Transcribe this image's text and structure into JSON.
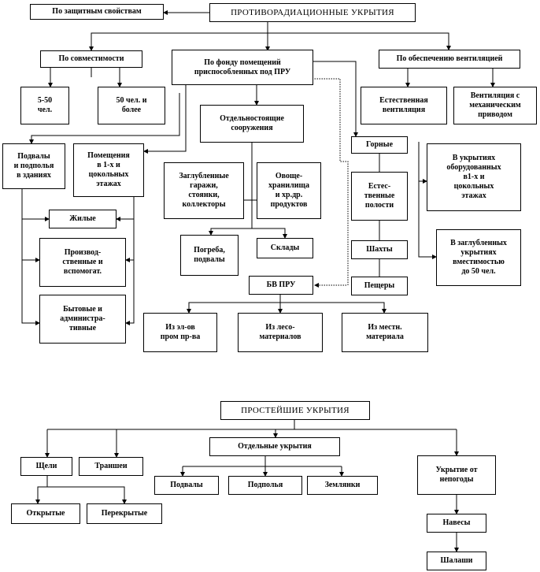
{
  "top_tree": {
    "root": "ПРОТИВОРАДИАЦИОННЫЕ  УКРЫТИЯ",
    "protective": "По защитным свойствам",
    "capacity": "По совместимости",
    "cap_small": "5-50\nчел.",
    "cap_large": "50 чел. и\nболее",
    "fund": "По фонду помещений\nприспособленных под ПРУ",
    "detached": "Отдельностоящие\nсооружения",
    "ventilation": "По обеспечению вентиляцией",
    "vent_natural": "Естественная\nвентиляция",
    "vent_mech": "Вентиляция с\nмеханическим\nприводом",
    "basements": "Подвалы\nи подполья\nв зданиях",
    "floor_rooms": "Помещения\nв 1-х и\nцокольных\nэтажах",
    "garages": "Заглубленные\nгаражи,\nстоянки,\nколлекторы",
    "veg_storage": "Овоще-\nхранилища\nи хр.др.\nпродуктов",
    "mountain": "Горные",
    "natural_cav": "Естес-\nтвенные\nполости",
    "mines": "Шахты",
    "caves": "Пещеры",
    "shelter_floor": "В укрытиях\nоборудованных\nв1-х и\nцокольных\nэтажах",
    "shelter_deep": "В заглубленных\nукрытиях\nвместимостью\nдо 50 чел.",
    "residential": "Жилые",
    "industrial": "Производ-\nственные и\nвспомогат.",
    "household": "Бытовые и\nадминистра-\nтивные",
    "cellars": "Погреба,\nподвалы",
    "warehouses": "Склады",
    "bv_pru": "БВ ПРУ",
    "from_industrial": "Из эл-ов\nпром пр-ва",
    "from_timber": "Из лесо-\nматериалов",
    "from_local": "Из местн.\nматериала"
  },
  "bottom_tree": {
    "root": "ПРОСТЕЙШИЕ  УКРЫТИЯ",
    "slits": "Щели",
    "trenches": "Траншеи",
    "open": "Открытые",
    "covered": "Перекрытые",
    "separate": "Отдельные  укрытия",
    "sb_basements": "Подвалы",
    "sb_crawl": "Подполья",
    "sb_dugouts": "Землянки",
    "weather": "Укрытие от\nнепогоды",
    "canopies": "Навесы",
    "huts": "Шалаши"
  }
}
